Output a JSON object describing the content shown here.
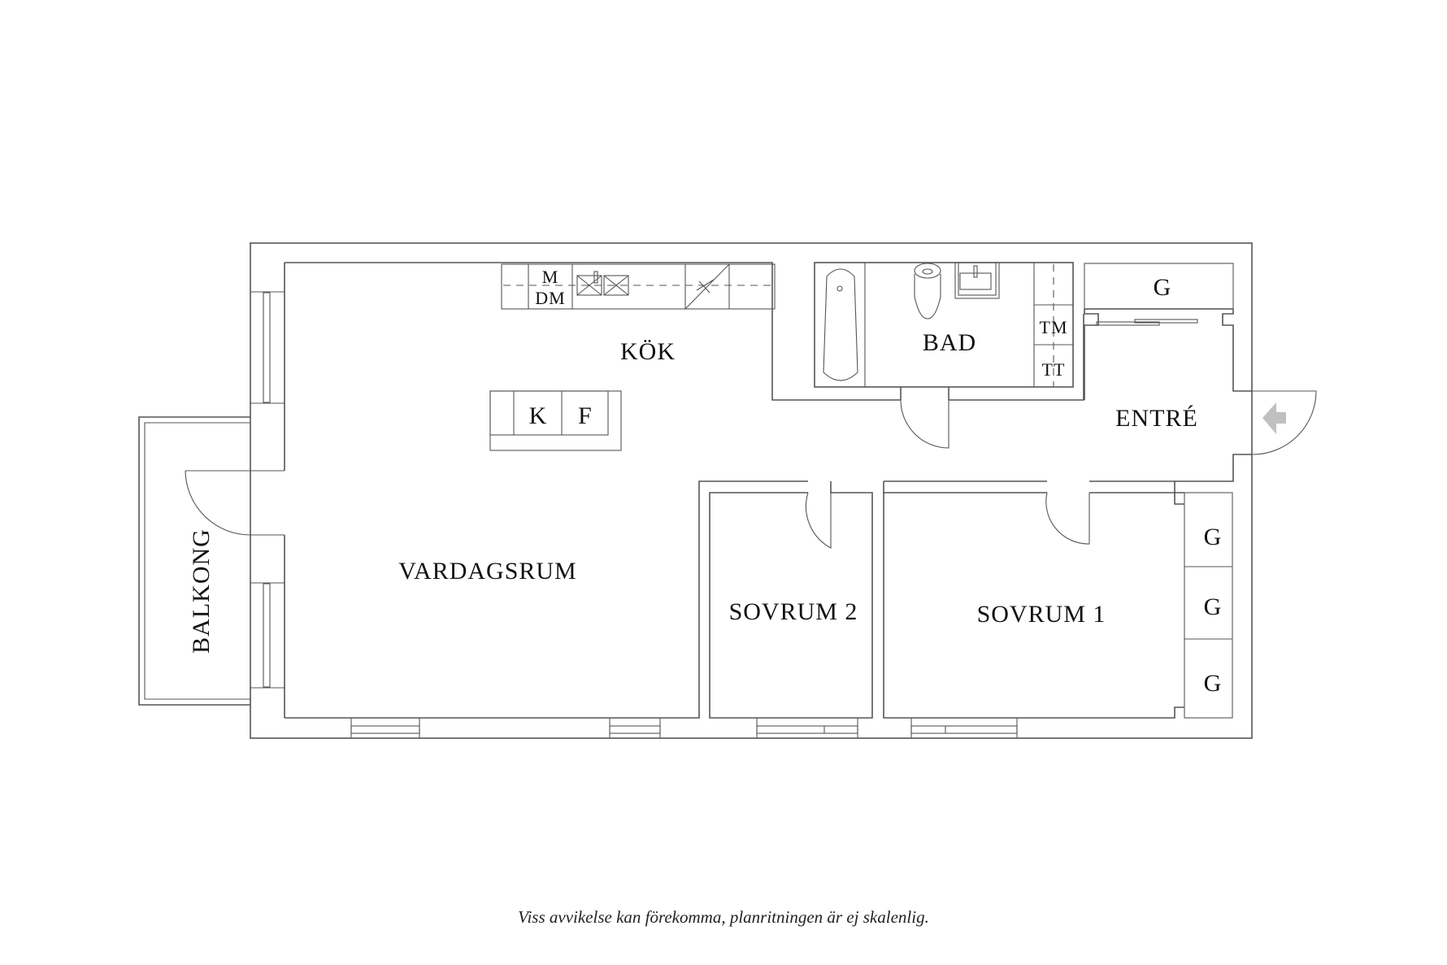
{
  "plan": {
    "rooms": {
      "kok": "KÖK",
      "bad": "BAD",
      "entre": "ENTRÉ",
      "vardagsrum": "VARDAGSRUM",
      "sovrum2": "SOVRUM 2",
      "sovrum1": "SOVRUM 1",
      "balkong": "BALKONG"
    },
    "fixtures": {
      "microwave": "M",
      "dishwasher": "DM",
      "fridge": "K",
      "freezer": "F",
      "washer": "TM",
      "dryer": "TT",
      "wardrobe_entre": "G",
      "wardrobe_1": "G",
      "wardrobe_2": "G",
      "wardrobe_3": "G"
    },
    "icons": {
      "entrance": "entrance-arrow-icon"
    },
    "colors": {
      "line": "#555555",
      "text": "#111111",
      "arrow": "#c0c0c0"
    }
  },
  "caption": "Viss avvikelse kan förekomma, planritningen är ej skalenlig."
}
